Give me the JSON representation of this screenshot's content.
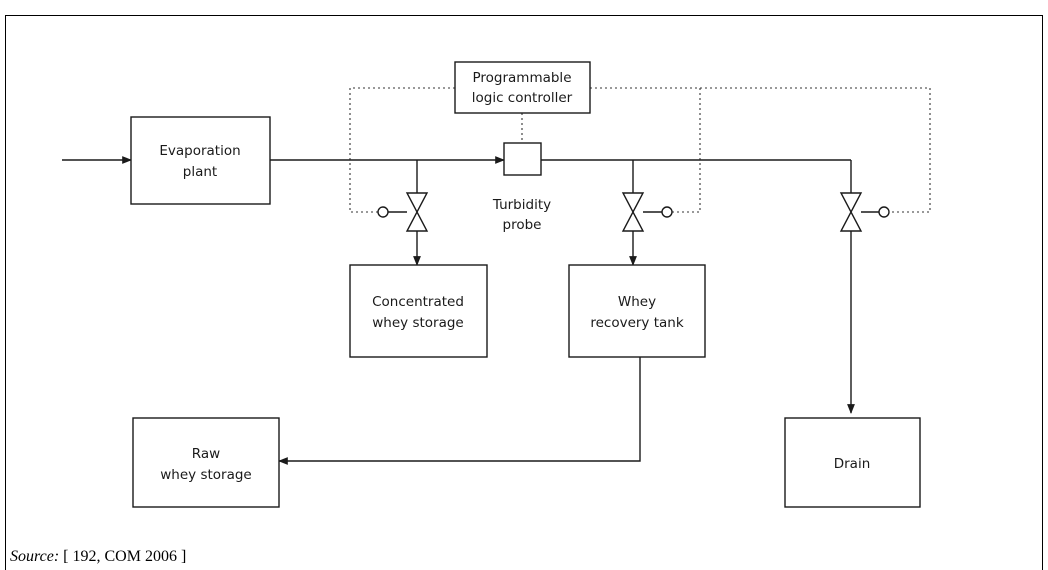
{
  "diagram": {
    "boxes": {
      "evaporation": [
        "Evaporation",
        "plant"
      ],
      "plc": [
        "Programmable",
        "logic controller"
      ],
      "concentrated": [
        "Concentrated",
        "whey storage"
      ],
      "whey_recovery": [
        "Whey",
        "recovery tank"
      ],
      "raw_whey": [
        "Raw",
        "whey storage"
      ],
      "drain": [
        "Drain"
      ]
    },
    "labels": {
      "turbidity": [
        "Turbidity",
        "probe"
      ]
    }
  },
  "source": {
    "prefix": "Source:",
    "citation": " [ 192, COM 2006 ]"
  }
}
